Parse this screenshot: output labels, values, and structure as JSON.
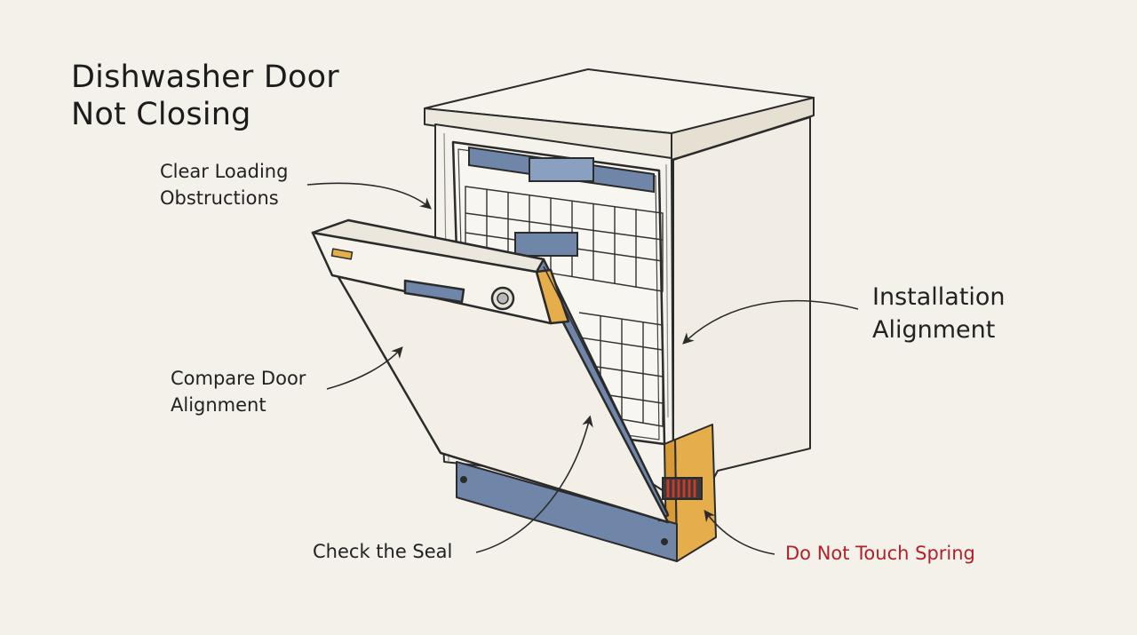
{
  "title": {
    "line1": "Dishwasher Door",
    "line2": "Not Closing"
  },
  "labels": {
    "clear_loading": {
      "line1": "Clear Loading",
      "line2": "Obstructions"
    },
    "compare_door": {
      "line1": "Compare Door",
      "line2": "Alignment"
    },
    "installation": {
      "line1": "Installation",
      "line2": "Alignment"
    },
    "check_seal": "Check the Seal",
    "spring_warning": "Do Not Touch Spring"
  },
  "colors": {
    "background": "#f4f1ea",
    "line": "#2b2b2b",
    "panel": "#f3efe6",
    "blue_grey": "#6f86a8",
    "orange": "#e6ad4b",
    "warning": "#b3202a"
  }
}
